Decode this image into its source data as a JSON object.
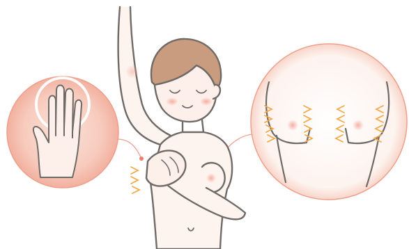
{
  "illustration": {
    "kind": "breast self-examination illustration",
    "panels": [
      {
        "id": "left-inset",
        "icon": "flat-hand-fingers-together-icon"
      },
      {
        "id": "center",
        "icon": "woman-raised-arm-self-exam-icon"
      },
      {
        "id": "right-inset",
        "icon": "inward-press-arrows-icon"
      }
    ],
    "colors": {
      "line": "#6f6a66",
      "skin": "#fbece6",
      "blush": "#f4b4a6",
      "inset_fill": "#f7c9bb",
      "inset_ring": "#ef9f8c",
      "hair": "#c79a7e",
      "arrow": "#f3a94a"
    }
  }
}
